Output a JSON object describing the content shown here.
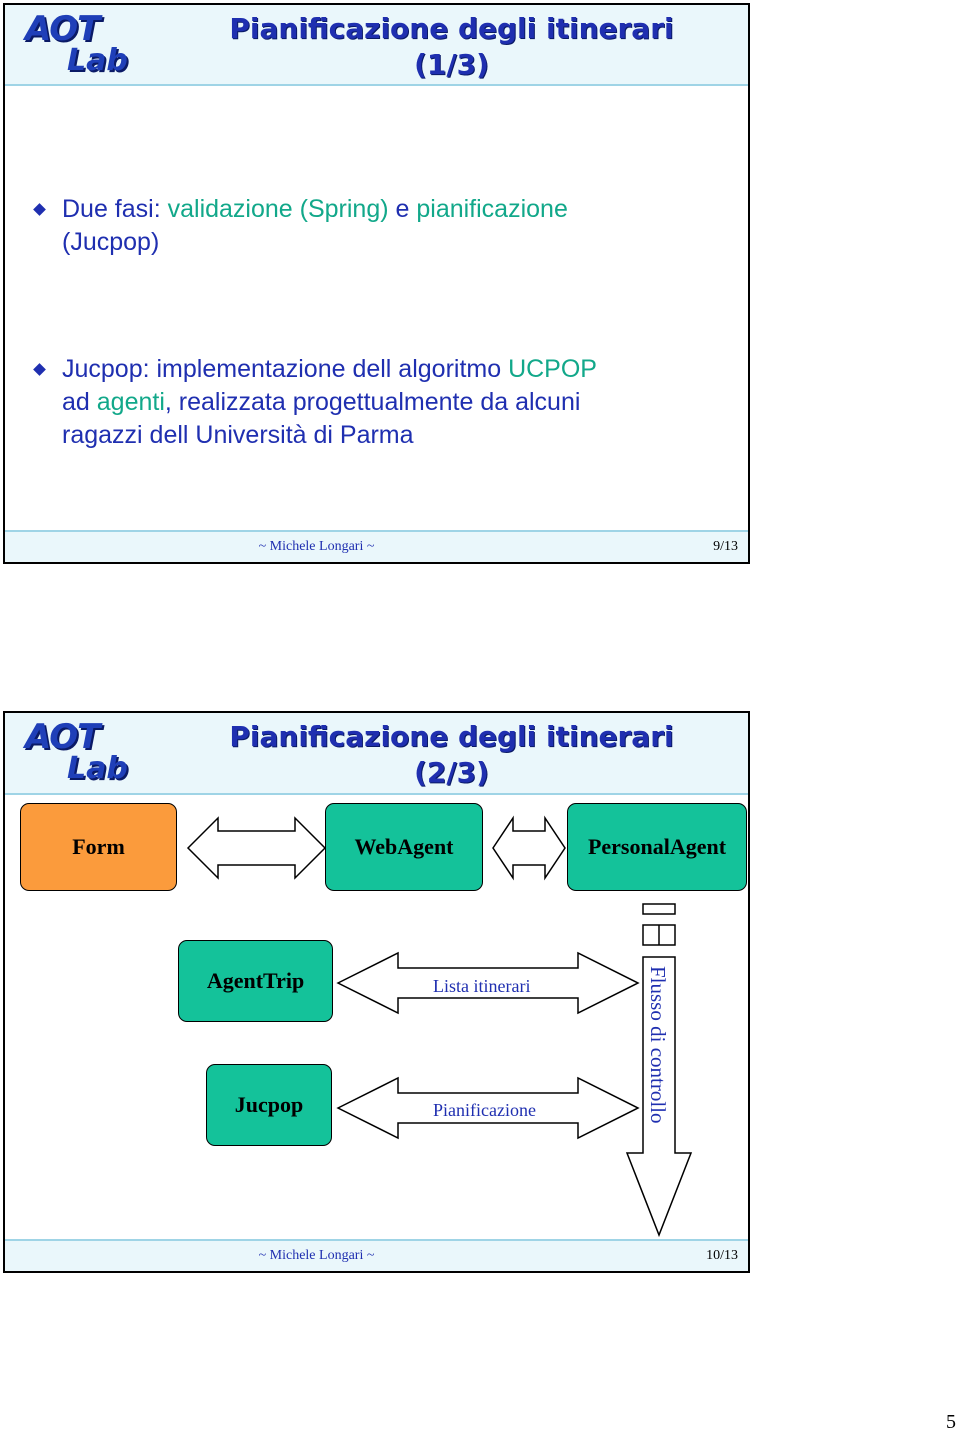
{
  "slides": [
    {
      "logo": {
        "line1": "AOT",
        "line2": "Lab"
      },
      "title_line1": "Pianificazione degli itinerari",
      "title_line2": "(1/3)",
      "bullets": [
        {
          "line1_a": "Due fasi: ",
          "line1_b": "validazione (Spring)",
          "line1_c": " e ",
          "line1_d": "pianificazione",
          "line2": "(Jucpop)"
        },
        {
          "line1_a": "Jucpop: implementazione dell algoritmo ",
          "line1_b": "UCPOP",
          "line2_a": "ad ",
          "line2_b": "agenti",
          "line2_c": ", realizzata progettualmente da alcuni",
          "line3": "ragazzi dell Università di Parma"
        }
      ],
      "footer": {
        "author": "~ Michele Longari ~",
        "page": "9/13"
      }
    },
    {
      "logo": {
        "line1": "AOT",
        "line2": "Lab"
      },
      "title_line1": "Pianificazione degli itinerari",
      "title_line2": "(2/3)",
      "boxes": {
        "form": "Form",
        "webagent": "WebAgent",
        "personalagent": "PersonalAgent",
        "agenttrip": "AgentTrip",
        "jucpop": "Jucpop"
      },
      "arrows": {
        "lista": "Lista itinerari",
        "pianificazione": "Pianificazione"
      },
      "flow_label": "Flusso di controllo",
      "footer": {
        "author": "~ Michele Longari ~",
        "page": "10/13"
      }
    }
  ],
  "page_number": "5",
  "colors": {
    "title": "#1f2fb0",
    "accent": "#12a88a",
    "orange_box": "#fb9b3c",
    "green_box": "#14c29a",
    "header_bg": "#eaf7fb"
  }
}
